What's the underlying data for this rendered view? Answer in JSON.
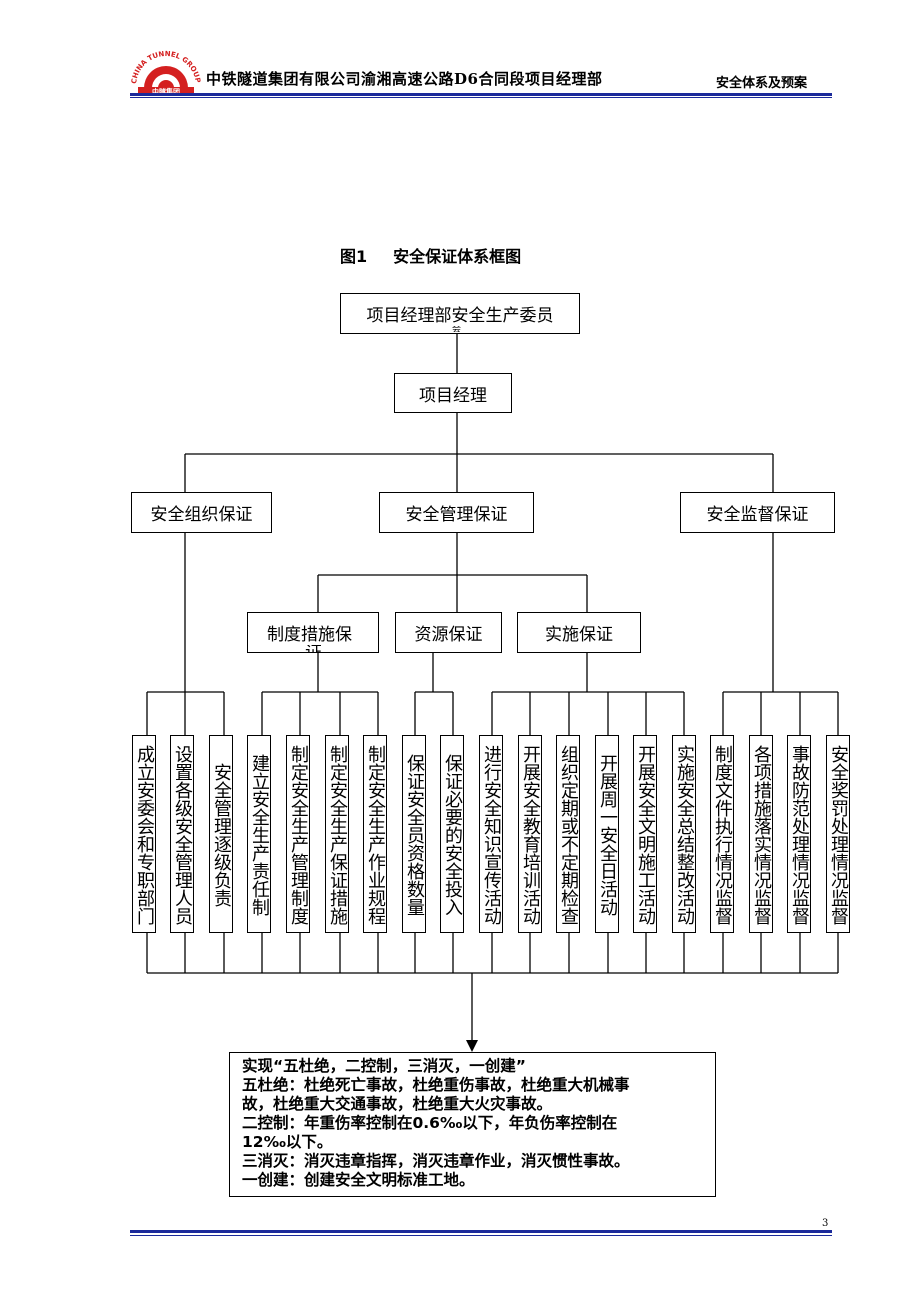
{
  "header": {
    "logo_text": "CHINA TUNNEL GROUP 中隧集团",
    "company": "中铁隧道集团有限公司渝湘高速公路D6合同段项目经理部",
    "section": "安全体系及预案"
  },
  "figure": {
    "number": "图1",
    "title": "安全保证体系框图"
  },
  "top_box": "项目经理部安全生产委员",
  "top_box_overflow": "会",
  "manager_box": "项目经理",
  "branches": {
    "organization": "安全组织保证",
    "management": "安全管理保证",
    "supervision": "安全监督保证"
  },
  "sub_branches": {
    "system": "制度措施保",
    "system_overflow": "证",
    "resource": "资源保证",
    "implementation": "实施保证"
  },
  "leaves": [
    "成立安委会和专职部门",
    "设置各级安全管理人员",
    "安全管理逐级负责",
    "建立安全生产责任制",
    "制定安全生产管理制度",
    "制定安全生产保证措施",
    "制定安全生产作业规程",
    "保证安全员资格数量",
    "保证必要的安全投入",
    "进行安全知识宣传活动",
    "开展安全教育培训活动",
    "组织定期或不定期检查",
    "开展周一安全日活动",
    "开展安全文明施工活动",
    "实施安全总结整改活动",
    "制度文件执行情况监督",
    "各项措施落实情况监督",
    "事故防范处理情况监督",
    "安全奖罚处理情况监督"
  ],
  "summary": {
    "line1": "实现“五杜绝，二控制，三消灭，一创建”",
    "line2": "五杜绝：杜绝死亡事故，杜绝重伤事故，杜绝重大机械事",
    "line3": "故，杜绝重大交通事故，杜绝重大火灾事故。",
    "line4": "二控制：年重伤率控制在0.6‰以下，年负伤率控制在",
    "line5": "12‰以下。",
    "line6": "三消灭：消灭违章指挥，消灭违章作业，消灭惯性事故。",
    "line7": "一创建：创建安全文明标准工地。"
  },
  "page_number": "3",
  "colors": {
    "rule": "#1b2a9a",
    "logo": "#d42020"
  }
}
